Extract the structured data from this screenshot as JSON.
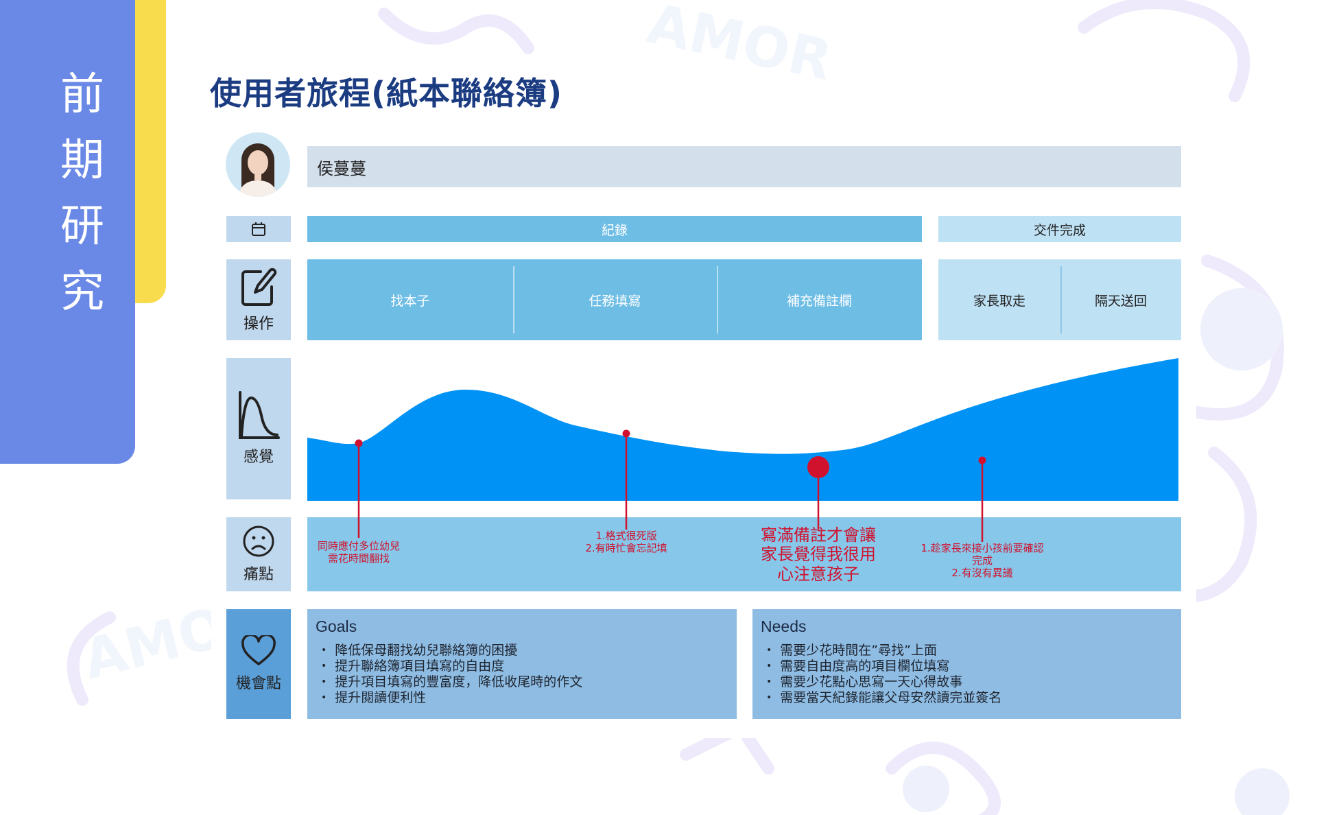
{
  "side_tab": {
    "chars": [
      "前",
      "期",
      "研",
      "究"
    ]
  },
  "page_title": "使用者旅程(紙本聯絡簿)",
  "persona": {
    "name": "侯蔓蔓"
  },
  "rows": {
    "operation": "操作",
    "feeling": "感覺",
    "pain": "痛點",
    "opportunity": "機會點"
  },
  "phases": [
    {
      "label": "紀錄",
      "actions": [
        "找本子",
        "任務填寫",
        "補充備註欄"
      ]
    },
    {
      "label": "交件完成",
      "actions": [
        "家長取走",
        "隔天送回"
      ]
    }
  ],
  "pain_points": [
    {
      "lines": [
        "同時應付多位幼兒",
        "需花時間翻找"
      ],
      "size": "small"
    },
    {
      "lines": [
        "1.格式很死版",
        "2.有時忙會忘記填"
      ],
      "size": "small"
    },
    {
      "lines": [
        "寫滿備註才會讓",
        "家長覺得我很用",
        "心注意孩子"
      ],
      "size": "large"
    },
    {
      "lines": [
        "1.趁家長來接小孩前要確認",
        "完成",
        "2.有沒有異議"
      ],
      "size": "small"
    }
  ],
  "goals": {
    "title": "Goals",
    "items": [
      "降低保母翻找幼兒聯絡簿的困擾",
      "提升聯絡簿項目填寫的自由度",
      "提升項目填寫的豐富度，降低收尾時的作文",
      "提升閱讀便利性"
    ]
  },
  "needs": {
    "title": "Needs",
    "items": [
      "需要少花時間在”尋找”上面",
      "需要自由度高的項目欄位填寫",
      "需要少花點心思寫一天心得故事",
      "需要當天紀錄能讓父母安然讀完並簽名"
    ]
  },
  "colors": {
    "side_blue": "#6a88e5",
    "side_yellow": "#f8dc4e",
    "title": "#1c3c82",
    "curve": "#0093f5",
    "pain_marker": "#d0122e"
  }
}
